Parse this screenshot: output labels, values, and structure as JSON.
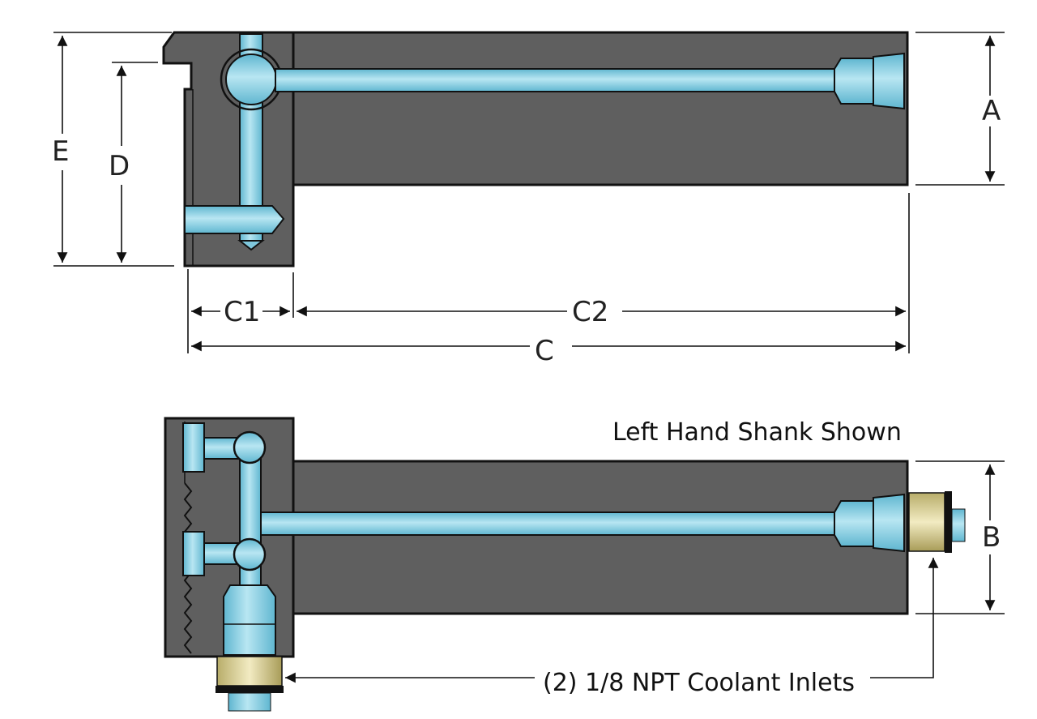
{
  "labels": {
    "dim_e": "E",
    "dim_d": "D",
    "dim_a": "A",
    "dim_c1": "C1",
    "dim_c2": "C2",
    "dim_c": "C",
    "dim_b": "B"
  },
  "notes": {
    "shank_note": "Left Hand Shank Shown",
    "coolant_note": "(2) 1/8  NPT Coolant Inlets"
  },
  "colors": {
    "body": "#5f5f5f",
    "coolant_light": "#aee0ee",
    "coolant_dark": "#5fb6d0",
    "fitting_brass": "#e6dba0",
    "outline": "#111111"
  }
}
